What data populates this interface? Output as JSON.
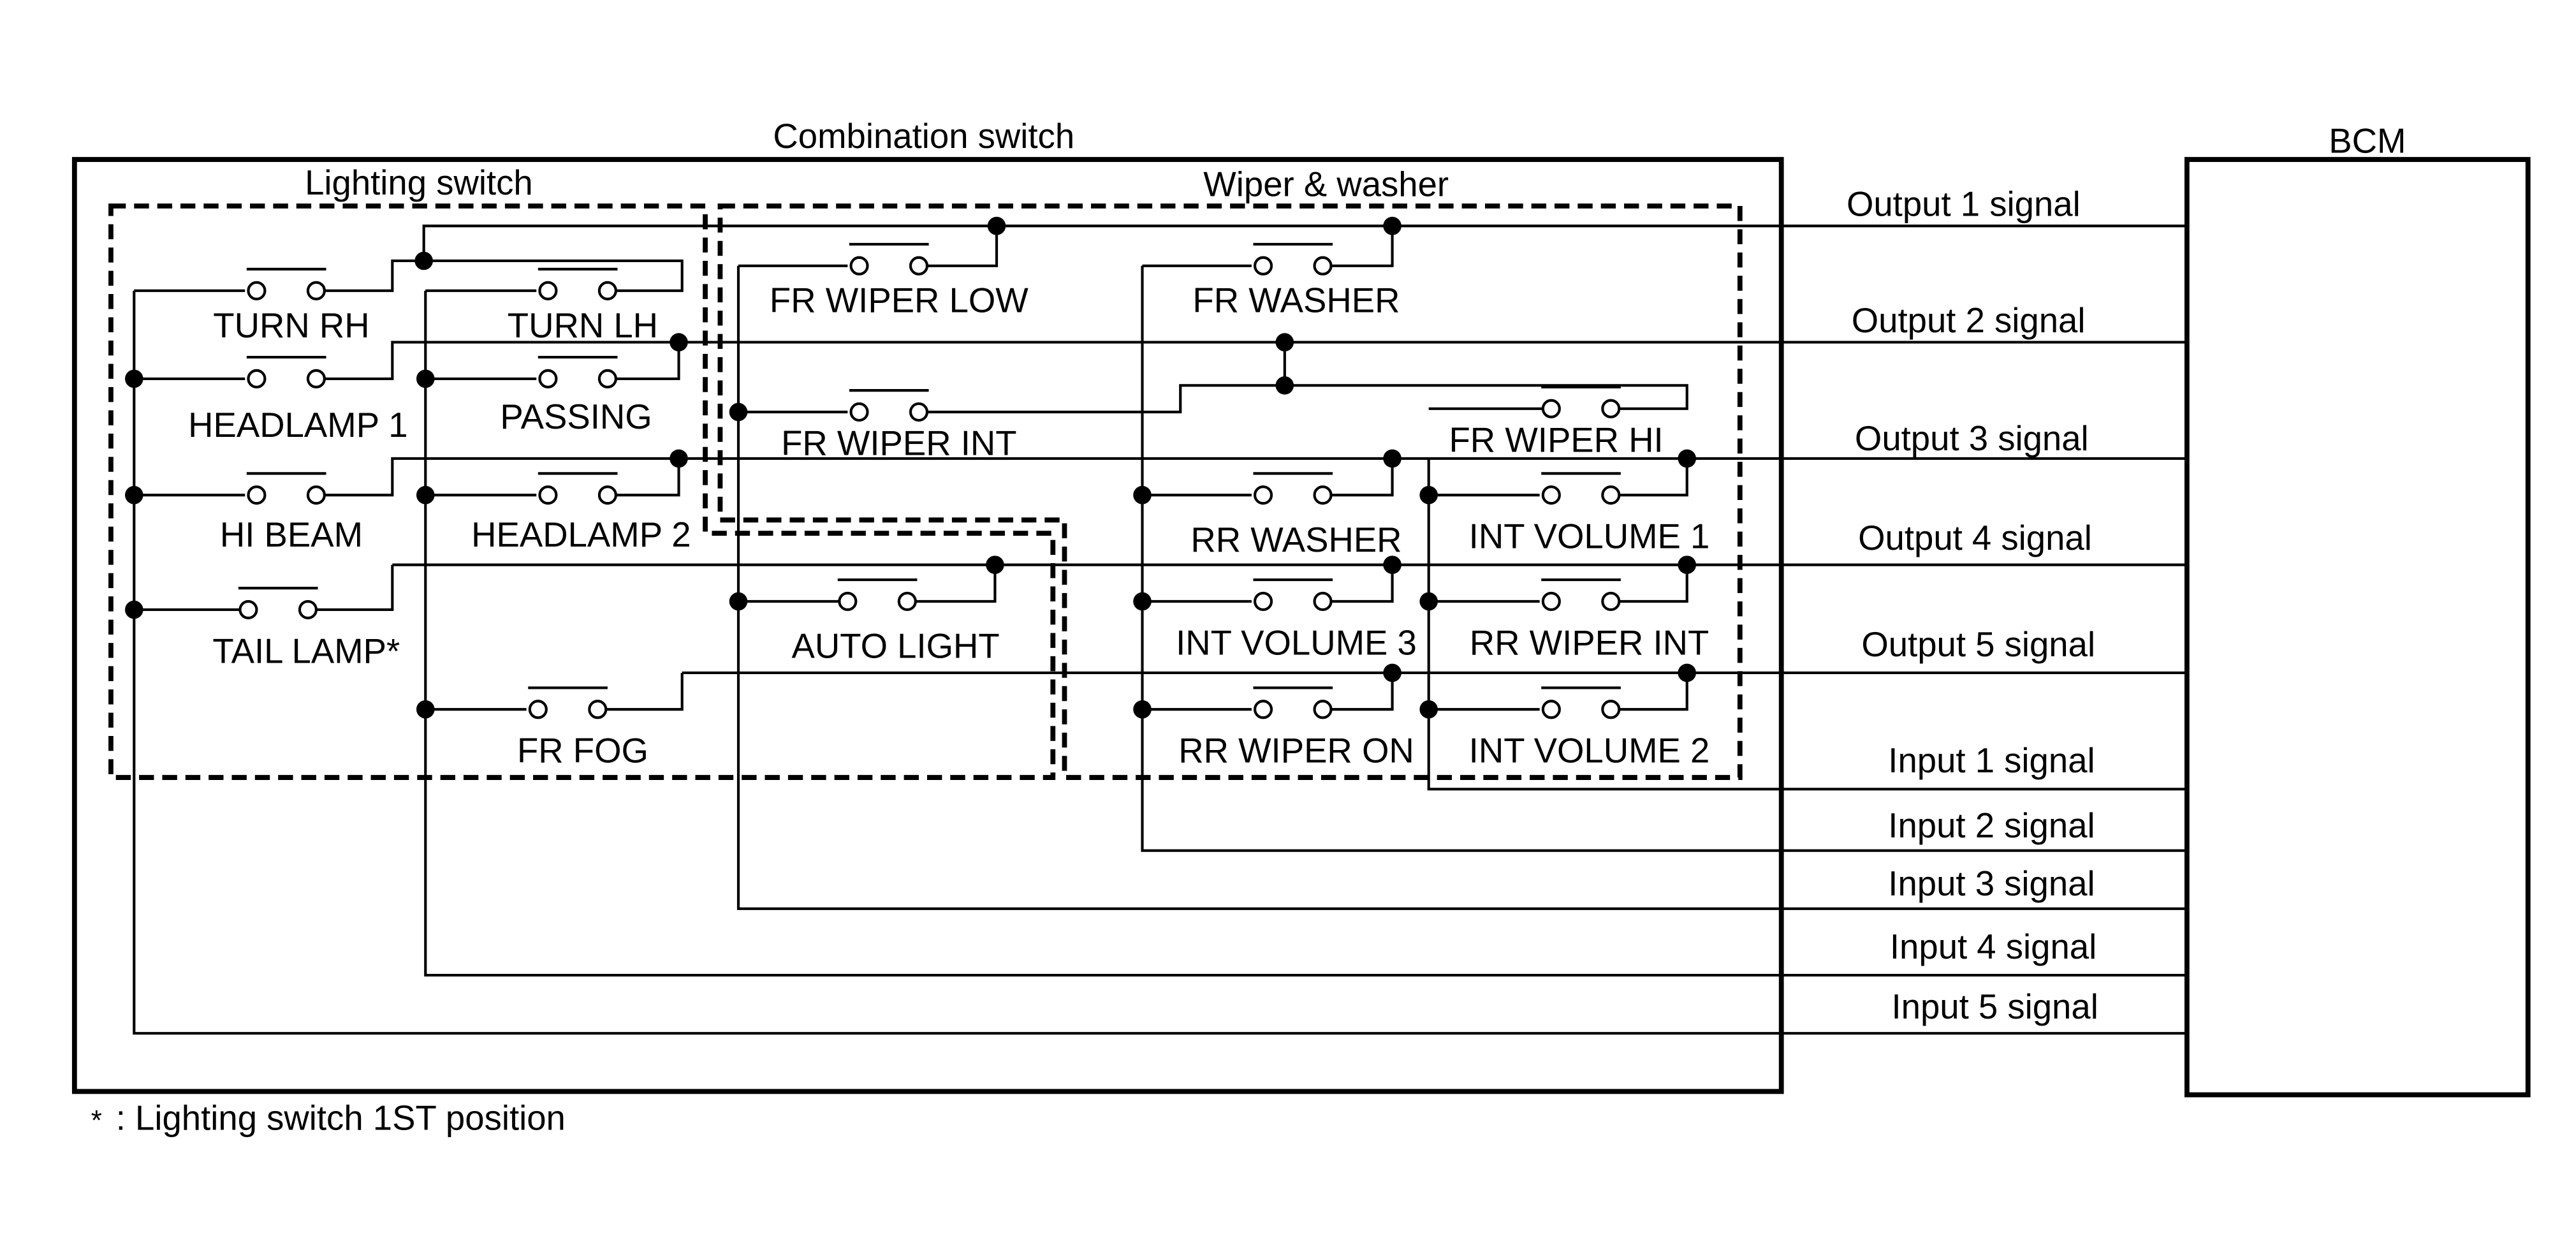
{
  "diagram": {
    "combination_switch_title": "Combination switch",
    "bcm_title": "BCM",
    "lighting_switch_title": "Lighting switch",
    "wiper_washer_title": "Wiper & washer",
    "footnote_mark": "*",
    "footnote_text": ": Lighting switch 1ST position",
    "lighting_switches": {
      "turn_rh": "TURN RH",
      "turn_lh": "TURN LH",
      "headlamp_1": "HEADLAMP 1",
      "passing": "PASSING",
      "hi_beam": "HI BEAM",
      "headlamp_2": "HEADLAMP 2",
      "tail_lamp": "TAIL LAMP*",
      "fr_fog": "FR FOG",
      "auto_light": "AUTO LIGHT"
    },
    "wiper_switches": {
      "fr_wiper_low": "FR WIPER LOW",
      "fr_washer": "FR WASHER",
      "fr_wiper_int": "FR WIPER INT",
      "fr_wiper_hi": "FR WIPER HI",
      "rr_washer": "RR WASHER",
      "int_volume_1": "INT VOLUME 1",
      "int_volume_3": "INT VOLUME 3",
      "rr_wiper_int": "RR WIPER INT",
      "rr_wiper_on": "RR WIPER ON",
      "int_volume_2": "INT VOLUME 2"
    },
    "signals": {
      "output_1": "Output 1 signal",
      "output_2": "Output 2 signal",
      "output_3": "Output 3 signal",
      "output_4": "Output 4 signal",
      "output_5": "Output 5 signal",
      "input_1": "Input 1 signal",
      "input_2": "Input 2 signal",
      "input_3": "Input 3 signal",
      "input_4": "Input 4 signal",
      "input_5": "Input 5 signal"
    }
  }
}
